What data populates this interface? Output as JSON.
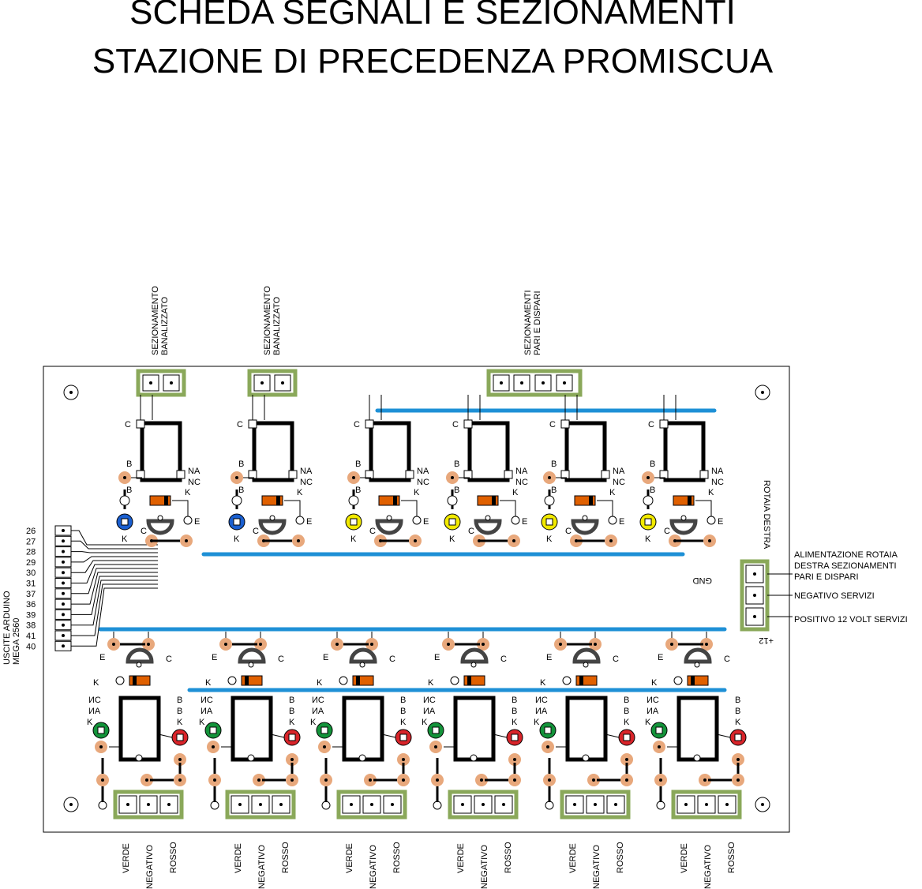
{
  "title": {
    "line1": "SCHEDA SEGNALI E SEZIONAMENTI",
    "line2": "STAZIONE DI PRECEDENZA PROMISCUA"
  },
  "top_connectors": [
    {
      "line1": "SEZIONAMENTO",
      "line2": "BANALIZZATO"
    },
    {
      "line1": "SEZIONAMENTO",
      "line2": "BANALIZZATO"
    },
    {
      "line1": "SEZIONAMENTI",
      "line2": "PARI E DISPARI"
    }
  ],
  "arduino": {
    "line1": "USCITE ARDUINO",
    "line2": "MEGA 2560",
    "pins": [
      "26",
      "27",
      "28",
      "29",
      "30",
      "31",
      "37",
      "36",
      "39",
      "38",
      "41",
      "40"
    ]
  },
  "right_labels": {
    "rail_line1": "ALIMENTAZIONE ROTAIA",
    "rail_line2": "DESTRA SEZIONAMENTI",
    "rail_line3": "PARI E DISPARI",
    "negativo": "NEGATIVO SERVIZI",
    "positivo": "POSITIVO 12 VOLT SERVIZI",
    "gnd": "GND",
    "plus12": "+12",
    "rotaia": "ROTAIA DESTRA"
  },
  "relay_pins": {
    "C": "C",
    "B": "B",
    "NA": "NA",
    "NC": "NC",
    "K": "K",
    "E": "E"
  },
  "top_leds": [
    "#1a5fd0",
    "#1a5fd0",
    "#f2ea00",
    "#f2ea00",
    "#f2ea00",
    "#f2ea00"
  ],
  "bottom_leds": {
    "left": "#13933a",
    "right": "#d8242a"
  },
  "bottom_labels": [
    "VERDE",
    "NEGATIVO",
    "ROSSO"
  ],
  "colors": {
    "board_outline": "#000000",
    "trace": "#000000",
    "bus": "#1e90d6",
    "pad": "#e8a87c",
    "connector": "#8aa85a",
    "diode_body": "#e06000"
  }
}
